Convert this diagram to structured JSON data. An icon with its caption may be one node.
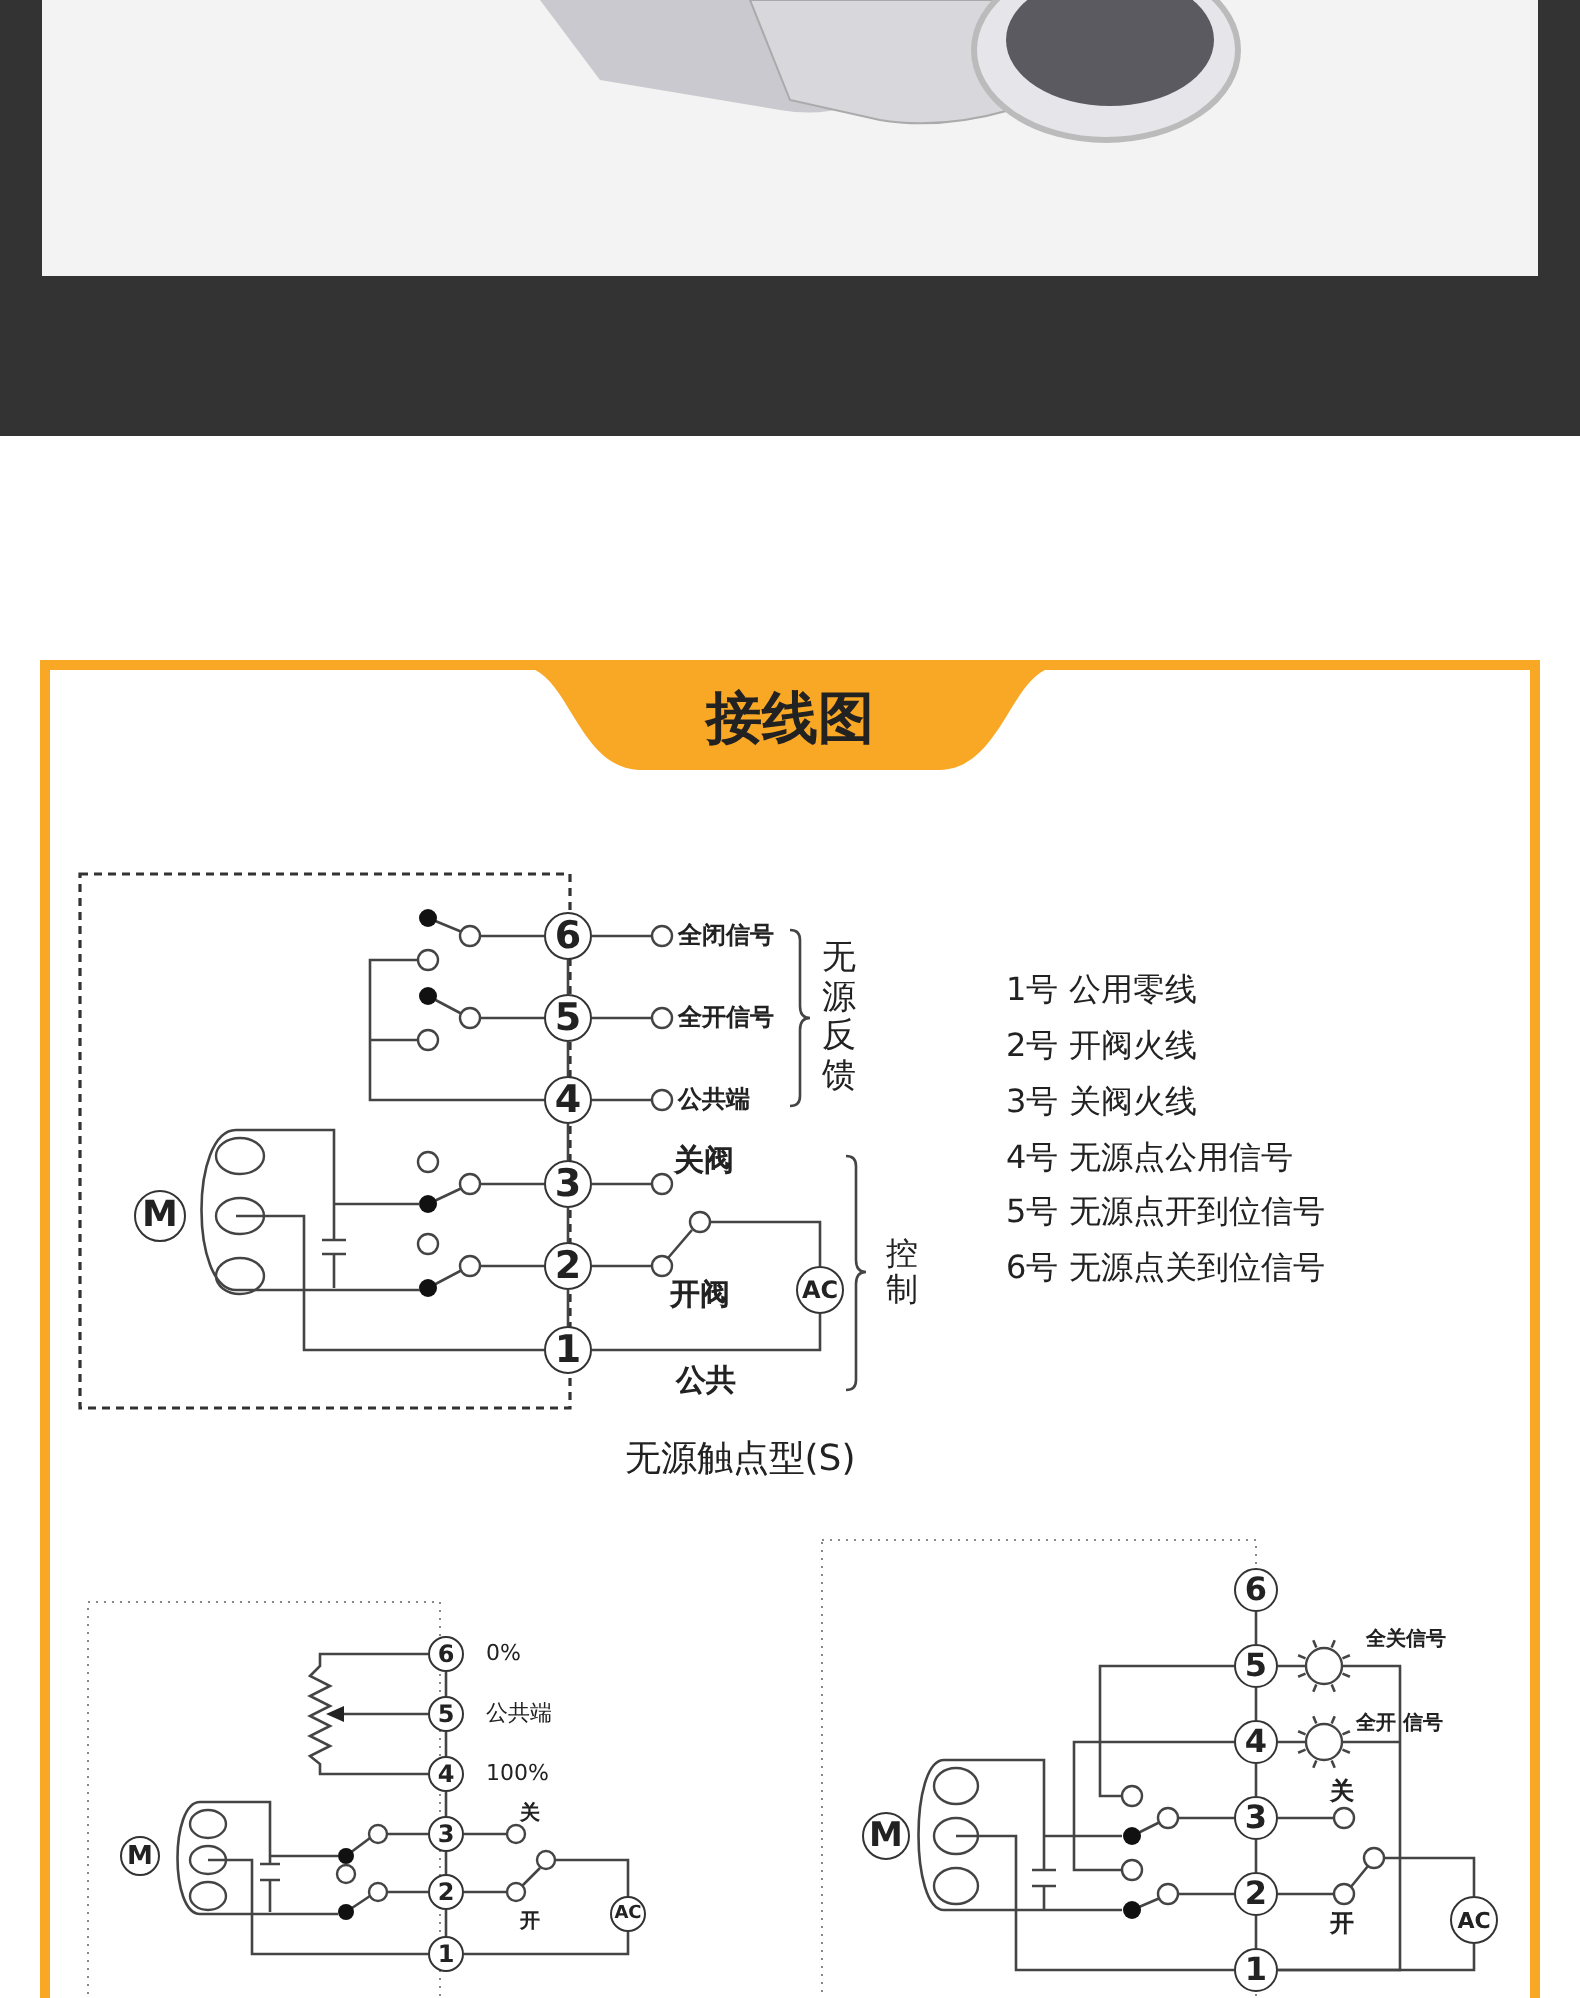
{
  "diagram": {
    "title": "接线图",
    "caption": "无源触点型(S)",
    "nodes": [
      {
        "text": [
          "6"
        ]
      },
      {
        "text": [
          "5"
        ]
      },
      {
        "text": [
          "4"
        ]
      },
      {
        "text": [
          "3"
        ]
      },
      {
        "text": [
          "2"
        ]
      },
      {
        "text": [
          "1"
        ]
      },
      {
        "text": [
          "M"
        ]
      },
      {
        "text": [
          "AC"
        ]
      },
      {
        "text": [
          "6"
        ]
      },
      {
        "text": [
          "5"
        ]
      },
      {
        "text": [
          "4"
        ]
      },
      {
        "text": [
          "3"
        ]
      },
      {
        "text": [
          "2"
        ]
      },
      {
        "text": [
          "1"
        ]
      },
      {
        "text": [
          "M"
        ]
      },
      {
        "text": [
          "AC"
        ]
      },
      {
        "text": [
          "6"
        ]
      },
      {
        "text": [
          "5"
        ]
      },
      {
        "text": [
          "4"
        ]
      },
      {
        "text": [
          "3"
        ]
      },
      {
        "text": [
          "2"
        ]
      },
      {
        "text": [
          "1"
        ]
      },
      {
        "text": [
          "M"
        ]
      },
      {
        "text": [
          "AC"
        ]
      }
    ],
    "edges": [
      {
        "from": 0,
        "to": 1,
        "arrow": "none"
      },
      {
        "from": 1,
        "to": 2,
        "arrow": "none"
      },
      {
        "from": 2,
        "to": 3,
        "arrow": "none"
      },
      {
        "from": 3,
        "to": 4,
        "arrow": "none"
      },
      {
        "from": 4,
        "to": 5,
        "arrow": "none"
      },
      {
        "from": 7,
        "to": 5,
        "arrow": "none"
      },
      {
        "from": 8,
        "to": 9,
        "arrow": "none"
      },
      {
        "from": 9,
        "to": 10,
        "arrow": "none"
      },
      {
        "from": 10,
        "to": 11,
        "arrow": "none"
      },
      {
        "from": 11,
        "to": 12,
        "arrow": "none"
      },
      {
        "from": 12,
        "to": 13,
        "arrow": "none"
      },
      {
        "from": 15,
        "to": 13,
        "arrow": "none"
      },
      {
        "from": 16,
        "to": 17,
        "arrow": "none"
      },
      {
        "from": 17,
        "to": 18,
        "arrow": "none"
      },
      {
        "from": 18,
        "to": 19,
        "arrow": "none"
      },
      {
        "from": 19,
        "to": 20,
        "arrow": "none"
      },
      {
        "from": 20,
        "to": 21,
        "arrow": "none"
      },
      {
        "from": 23,
        "to": 21,
        "arrow": "none"
      }
    ],
    "labels": [
      "全闭信号",
      "无源反馈",
      "全开信号",
      "公共端",
      "关阀",
      "控制",
      "开阀",
      "公共",
      "1号 公用零线",
      "2号 开阀火线",
      "3号 关阀火线",
      "4号 无源点公用信号",
      "5号 无源点开到位信号",
      "6号 无源点关到位信号",
      "0%",
      "公共端",
      "100%",
      "关",
      "开",
      "全关信号",
      "全开 信号",
      "关",
      "开"
    ]
  }
}
